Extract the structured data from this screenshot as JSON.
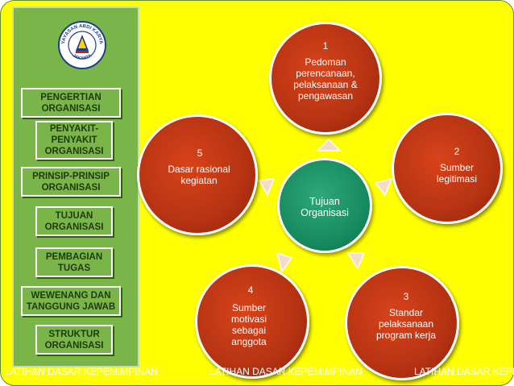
{
  "sidebar": {
    "logo": {
      "icon": "emblem-logo-icon",
      "text_top": "YAYASAN ABDI KARYA",
      "text_bottom": "JAKARTA"
    },
    "menu": [
      {
        "label": "PENGERTIAN ORGANISASI"
      },
      {
        "label": "PENYAKIT-PENYAKIT ORGANISASI"
      },
      {
        "label": "PRINSIP-PRINSIP ORGANISASI"
      },
      {
        "label": "TUJUAN ORGANISASI"
      },
      {
        "label": "PEMBAGIAN TUGAS"
      },
      {
        "label": "WEWENANG DAN TANGGUNG JAWAB"
      },
      {
        "label": "STRUKTUR ORGANISASI"
      }
    ]
  },
  "diagram": {
    "center": "Tujuan Organisasi",
    "nodes": [
      {
        "number": "1",
        "text": "Pedoman perencanaan, pelaksanaan & pengawasan"
      },
      {
        "number": "2",
        "text": "Sumber legitimasi"
      },
      {
        "number": "3",
        "text": "Standar pelaksanaan program kerja"
      },
      {
        "number": "4",
        "text": "Sumber motivasi sebagai anggota"
      },
      {
        "number": "5",
        "text": "Dasar rasional kegiatan"
      }
    ]
  },
  "footer": [
    "LATIHAN DASAR KEPEMIMPINAN",
    "LATIHAN DASAR KEPEMIMPINAN",
    "LATIHAN DASAR KEPEMIMPINAN"
  ],
  "colors": {
    "background": "#ffff00",
    "sidebar": "#7ab54a",
    "node": "#c0390f",
    "center": "#158a5e",
    "arrow": "#ffffff"
  }
}
